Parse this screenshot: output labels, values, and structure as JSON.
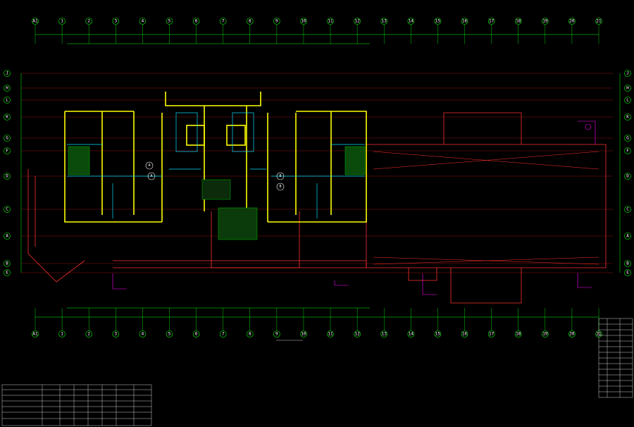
{
  "drawing": {
    "colors": {
      "background": "#000000",
      "axis": "#00ff00",
      "grid": "#ff2020",
      "wall": "#ffff00",
      "room": "#00ffff",
      "annotation": "#ffffff",
      "tag": "#ff00ff",
      "stair": "#00e000"
    },
    "top_axis_labels": [
      "A1",
      "1",
      "2",
      "3",
      "4",
      "5",
      "6",
      "7",
      "8",
      "9",
      "10",
      "11",
      "12",
      "13",
      "14",
      "15",
      "16",
      "17",
      "18",
      "19",
      "20",
      "21"
    ],
    "bottom_axis_labels": [
      "A1",
      "1",
      "2",
      "3",
      "4",
      "5",
      "6",
      "7",
      "8",
      "9",
      "10",
      "11",
      "12",
      "13",
      "14",
      "15",
      "16",
      "17",
      "18",
      "19",
      "20",
      "21"
    ],
    "left_axis_labels": [
      "J",
      "H",
      "L",
      "K",
      "G",
      "F",
      "D",
      "C",
      "A",
      "B",
      "E"
    ],
    "right_axis_labels": [
      "J",
      "H",
      "L",
      "K",
      "G",
      "F",
      "D",
      "C",
      "A",
      "B",
      "E"
    ],
    "room_tags": [
      "A",
      "B",
      "A",
      "B"
    ],
    "title": "",
    "subtitle": ""
  }
}
